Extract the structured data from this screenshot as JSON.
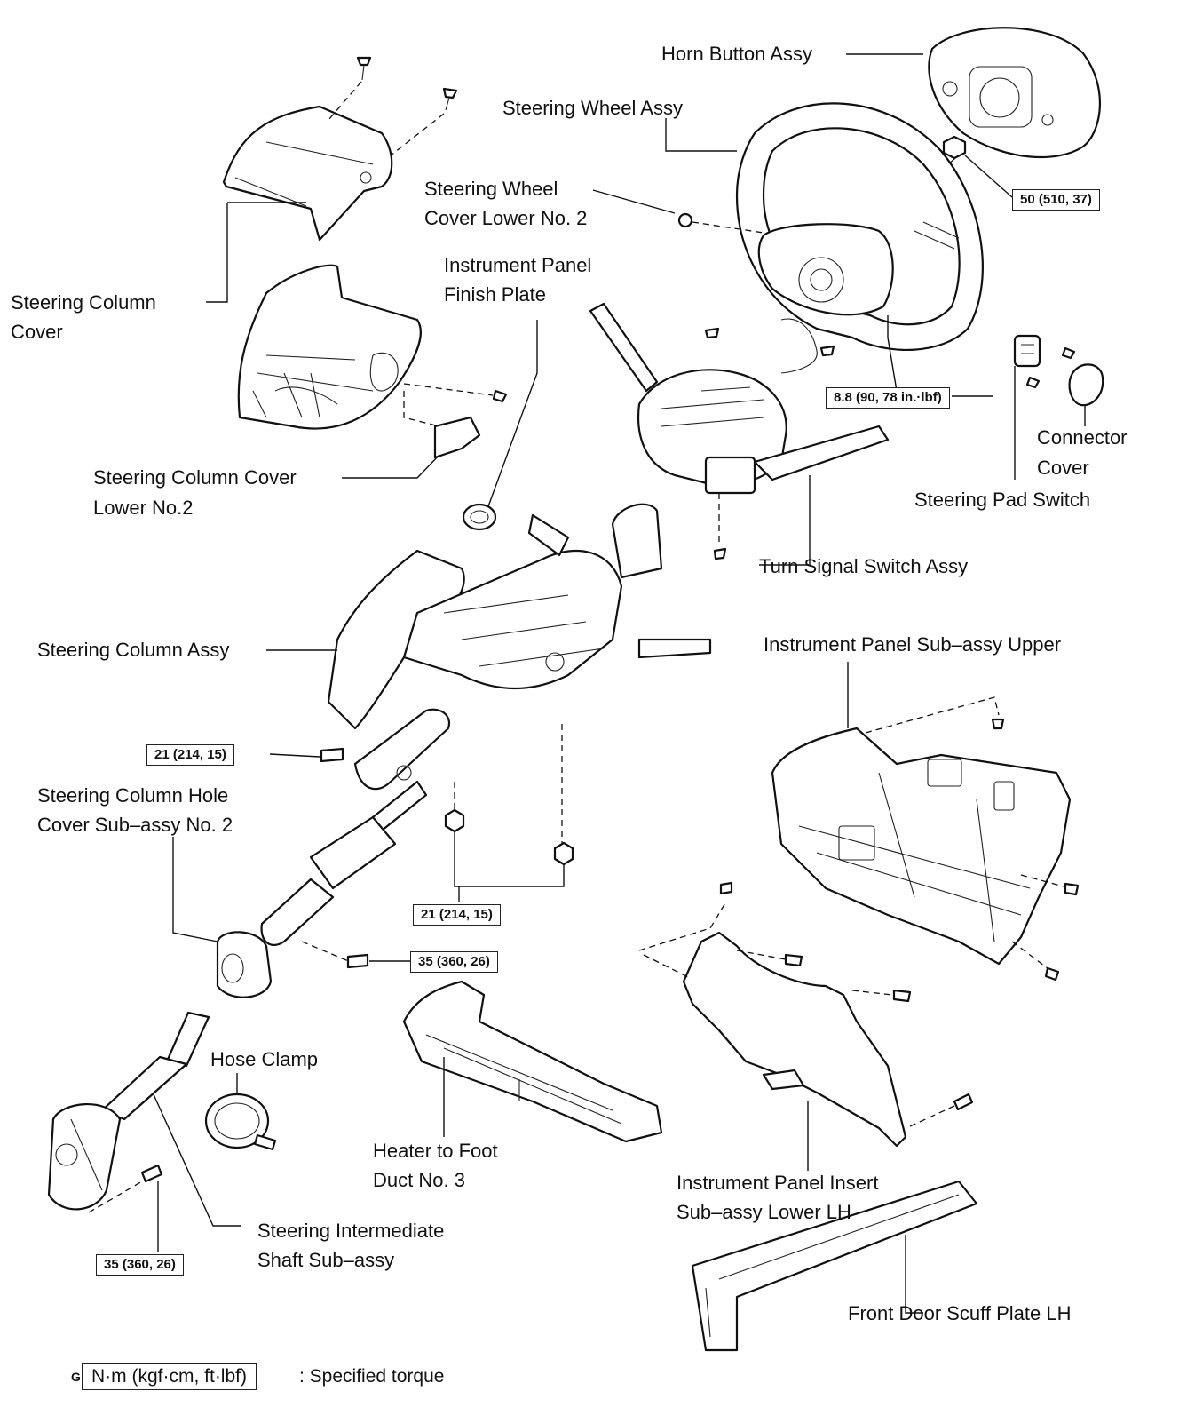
{
  "labels": {
    "horn_button": "Horn Button Assy",
    "steering_wheel": "Steering Wheel Assy",
    "wheel_cover_lower_1": "Steering Wheel",
    "wheel_cover_lower_2": "Cover Lower No. 2",
    "finish_plate_1": "Instrument Panel",
    "finish_plate_2": "Finish Plate",
    "column_cover_1": "Steering Column",
    "column_cover_2": "Cover",
    "column_cover_lower_1": "Steering Column Cover",
    "column_cover_lower_2": "Lower No.2",
    "connector_cover_1": "Connector",
    "connector_cover_2": "Cover",
    "pad_switch": "Steering Pad Switch",
    "turn_signal": "Turn Signal Switch Assy",
    "column_assy": "Steering Column Assy",
    "panel_upper": "Instrument Panel Sub–assy Upper",
    "hole_cover_1": "Steering Column Hole",
    "hole_cover_2": "Cover Sub–assy No. 2",
    "hose_clamp": "Hose Clamp",
    "heater_duct_1": "Heater to Foot",
    "heater_duct_2": "Duct No. 3",
    "panel_insert_1": "Instrument Panel Insert",
    "panel_insert_2": "Sub–assy Lower LH",
    "intermediate_1": "Steering Intermediate",
    "intermediate_2": "Shaft Sub–assy",
    "scuff_plate": "Front Door Scuff Plate LH"
  },
  "torques": {
    "horn": "50 (510, 37)",
    "wheel": "8.8 (90, 78 in.·lbf)",
    "column_upper": "21 (214, 15)",
    "column_lower": "21 (214, 15)",
    "hole_cover": "35 (360, 26)",
    "intermediate": "35 (360, 26)"
  },
  "legend": {
    "marker": "G",
    "unit": "N·m (kgf·cm, ft·lbf)",
    "text": ": Specified torque"
  },
  "colors": {
    "line": "#111111",
    "background": "#ffffff"
  }
}
